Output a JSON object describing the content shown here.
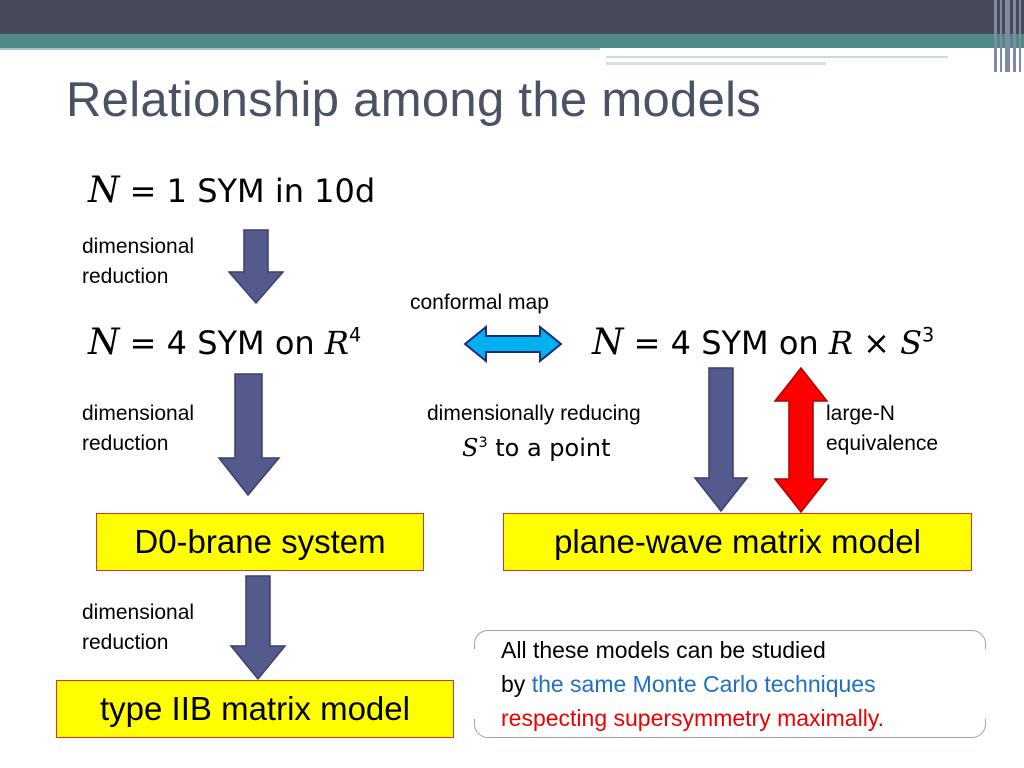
{
  "slide": {
    "title": "Relationship among the models"
  },
  "expr_top": {
    "n": "N",
    "rest": "= 1 SYM in 10d"
  },
  "expr_r4": {
    "n": "N",
    "mid": "= 4 SYM on ",
    "r": "R",
    "exp": "4"
  },
  "expr_rs3": {
    "n": "N",
    "mid": "= 4 SYM on ",
    "r": "R",
    "times": " × ",
    "s": "S",
    "exp": "3"
  },
  "labels": {
    "dimred1_a": "dimensional",
    "dimred1_b": "reduction",
    "conformal_map": "conformal map",
    "dimred2_a": "dimensional",
    "dimred2_b": "reduction",
    "dim_reducing": "dimensionally reducing",
    "s3_s": "S",
    "s3_exp": "3",
    "s3_rest": " to a point",
    "largeN_a": "large-N",
    "largeN_b": "equivalence",
    "dimred3_a": "dimensional",
    "dimred3_b": "reduction"
  },
  "boxes": {
    "d0": "D0-brane system",
    "pw": "plane-wave matrix model",
    "iib": "type IIB matrix model"
  },
  "note": {
    "line1": "All these models can be studied",
    "line2_prefix": "by ",
    "line2_blue": "the same Monte Carlo techniques",
    "line3_red": "respecting supersymmetry maximally."
  },
  "colors": {
    "header_dark": "#474a5a",
    "header_teal": "#4f8a87",
    "title": "#4a5266",
    "arrow_fill": "#555a8c",
    "double_arrow_blue": "#00b0f0",
    "double_arrow_red": "#ff0000",
    "box_fill": "#ffff00",
    "box_border": "#e0302e",
    "text_blue": "#1f6fc2",
    "text_red": "#ee0000"
  }
}
